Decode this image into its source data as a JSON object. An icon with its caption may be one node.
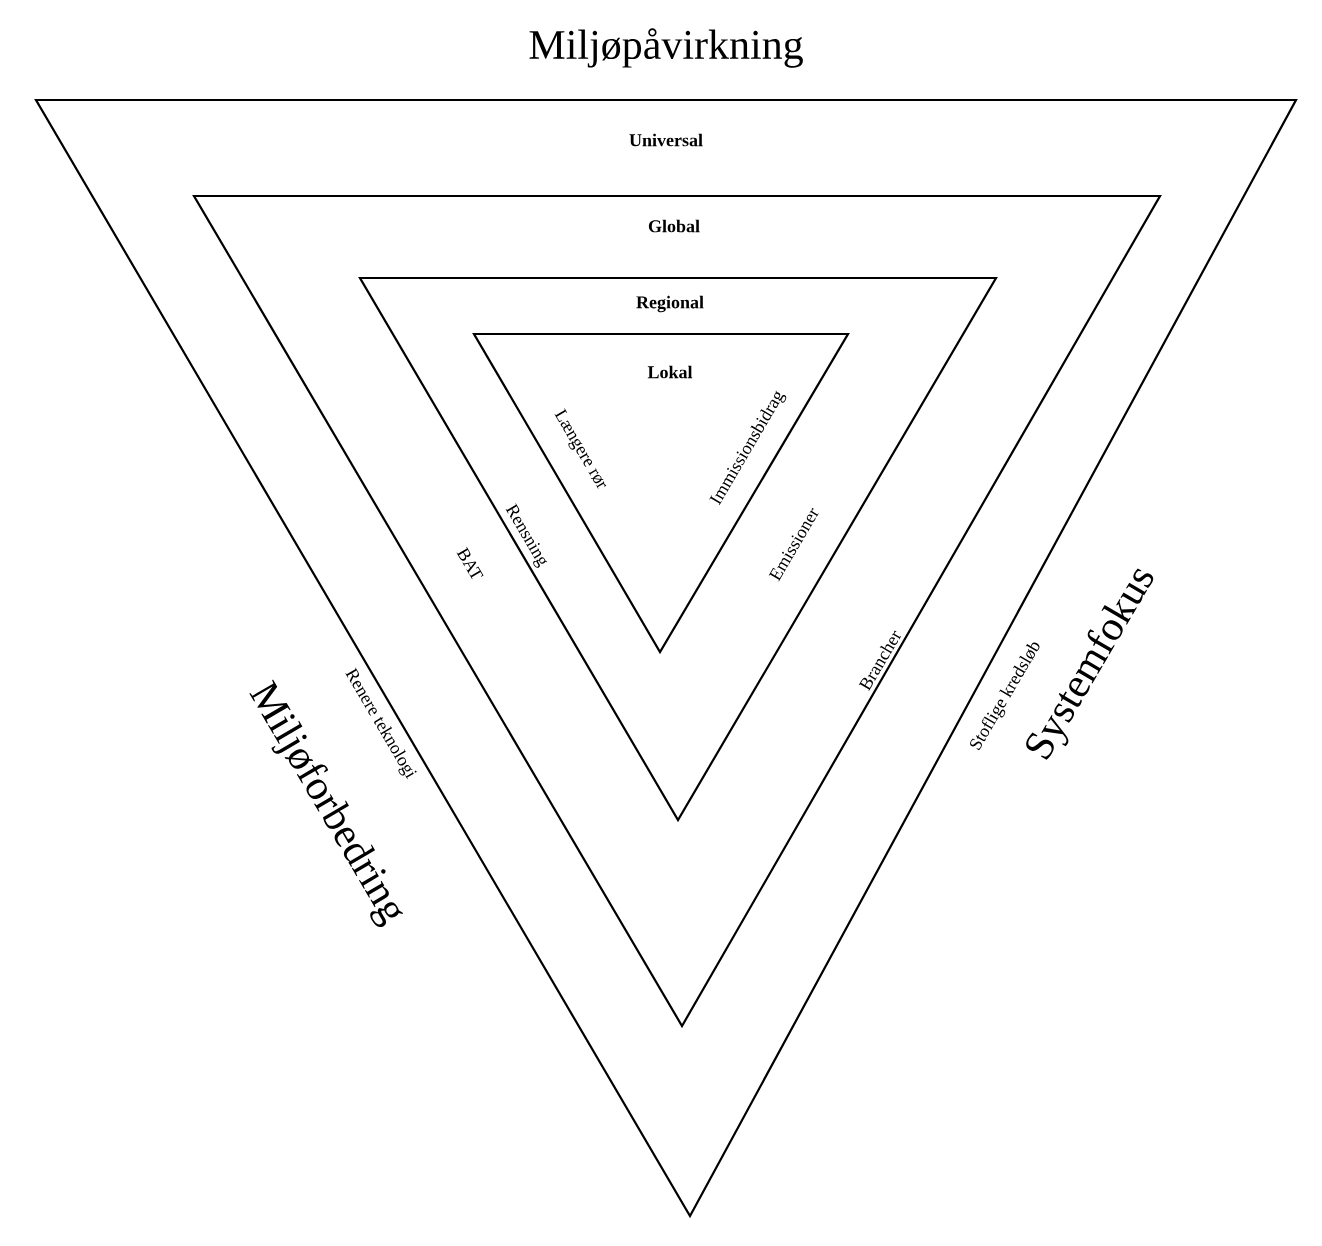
{
  "diagram": {
    "title": "Miljøpåvirkning",
    "nodes": [
      {
        "text": [
          "Universal",
          "Renere teknologi",
          "Stoflige kredsløb"
        ]
      },
      {
        "text": [
          "Global",
          "BAT",
          "Brancher"
        ],
        "in": 0
      },
      {
        "text": [
          "Regional",
          "Rensning",
          "Emissioner"
        ],
        "in": 1
      },
      {
        "text": [
          "Lokal",
          "Længere rør",
          "Immissionsbidrag"
        ],
        "in": 2
      }
    ],
    "labels": [
      "Miljøforbedring",
      "Systemfokus"
    ]
  }
}
